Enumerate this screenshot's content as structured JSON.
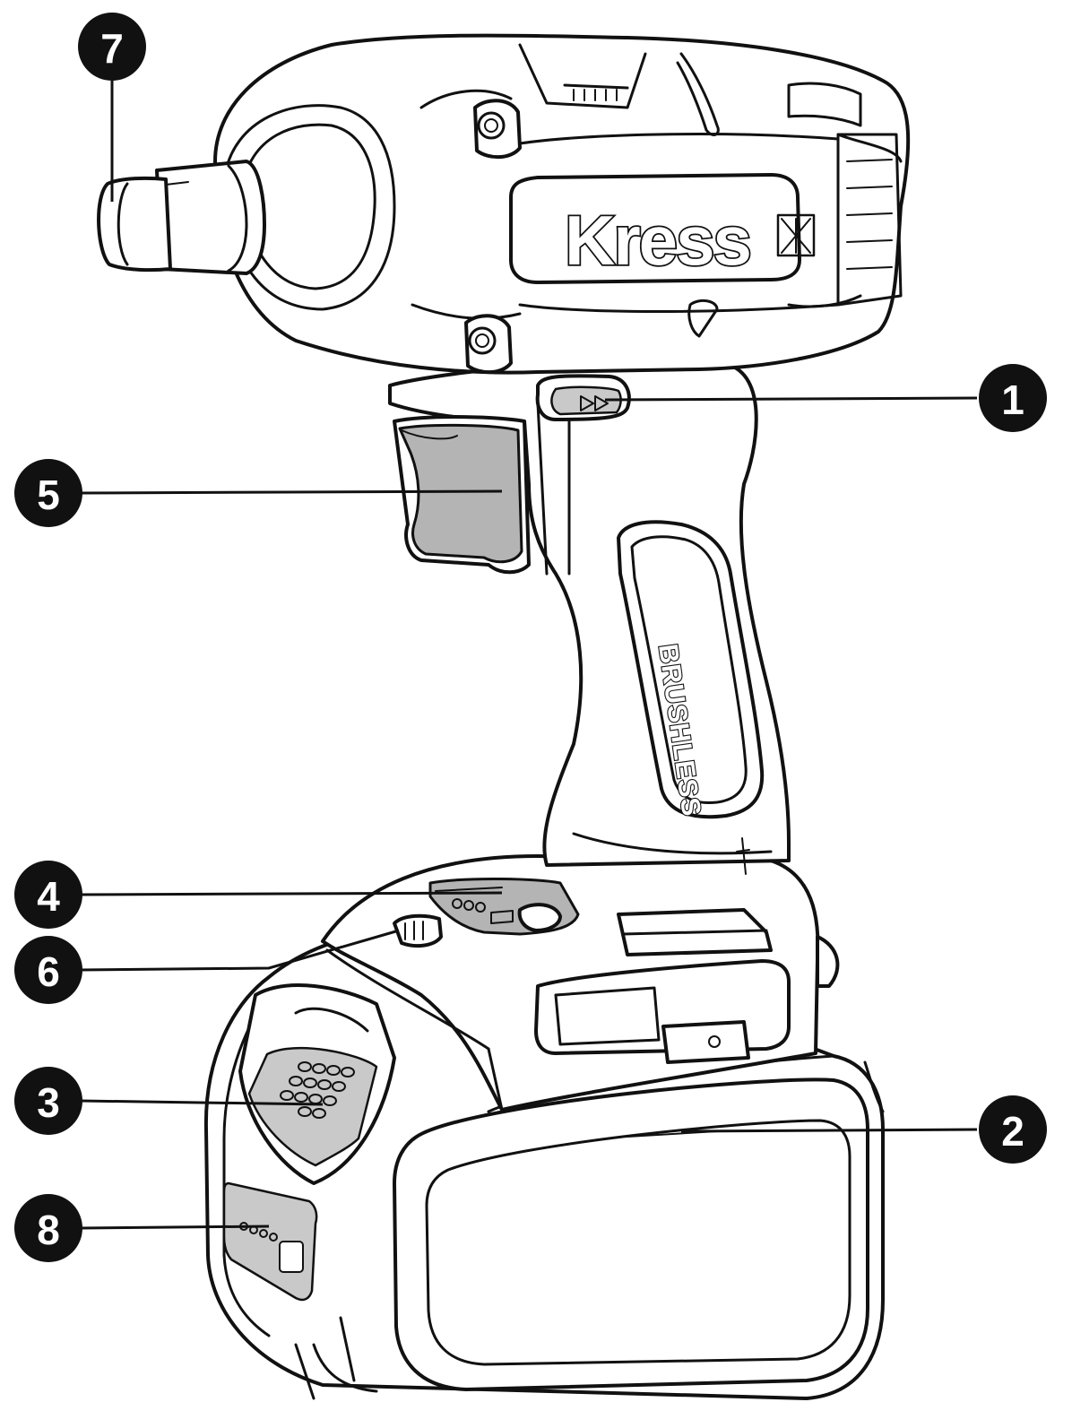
{
  "diagram": {
    "brand_text": "Kress",
    "side_text": "BRUSHLESS",
    "callouts": [
      {
        "id": "1",
        "label": "1"
      },
      {
        "id": "2",
        "label": "2"
      },
      {
        "id": "3",
        "label": "3"
      },
      {
        "id": "4",
        "label": "4"
      },
      {
        "id": "5",
        "label": "5"
      },
      {
        "id": "6",
        "label": "6"
      },
      {
        "id": "7",
        "label": "7"
      },
      {
        "id": "8",
        "label": "8"
      }
    ],
    "colors": {
      "outline": "#111111",
      "highlight": "#b4b4b4",
      "badge": "#111111"
    }
  }
}
